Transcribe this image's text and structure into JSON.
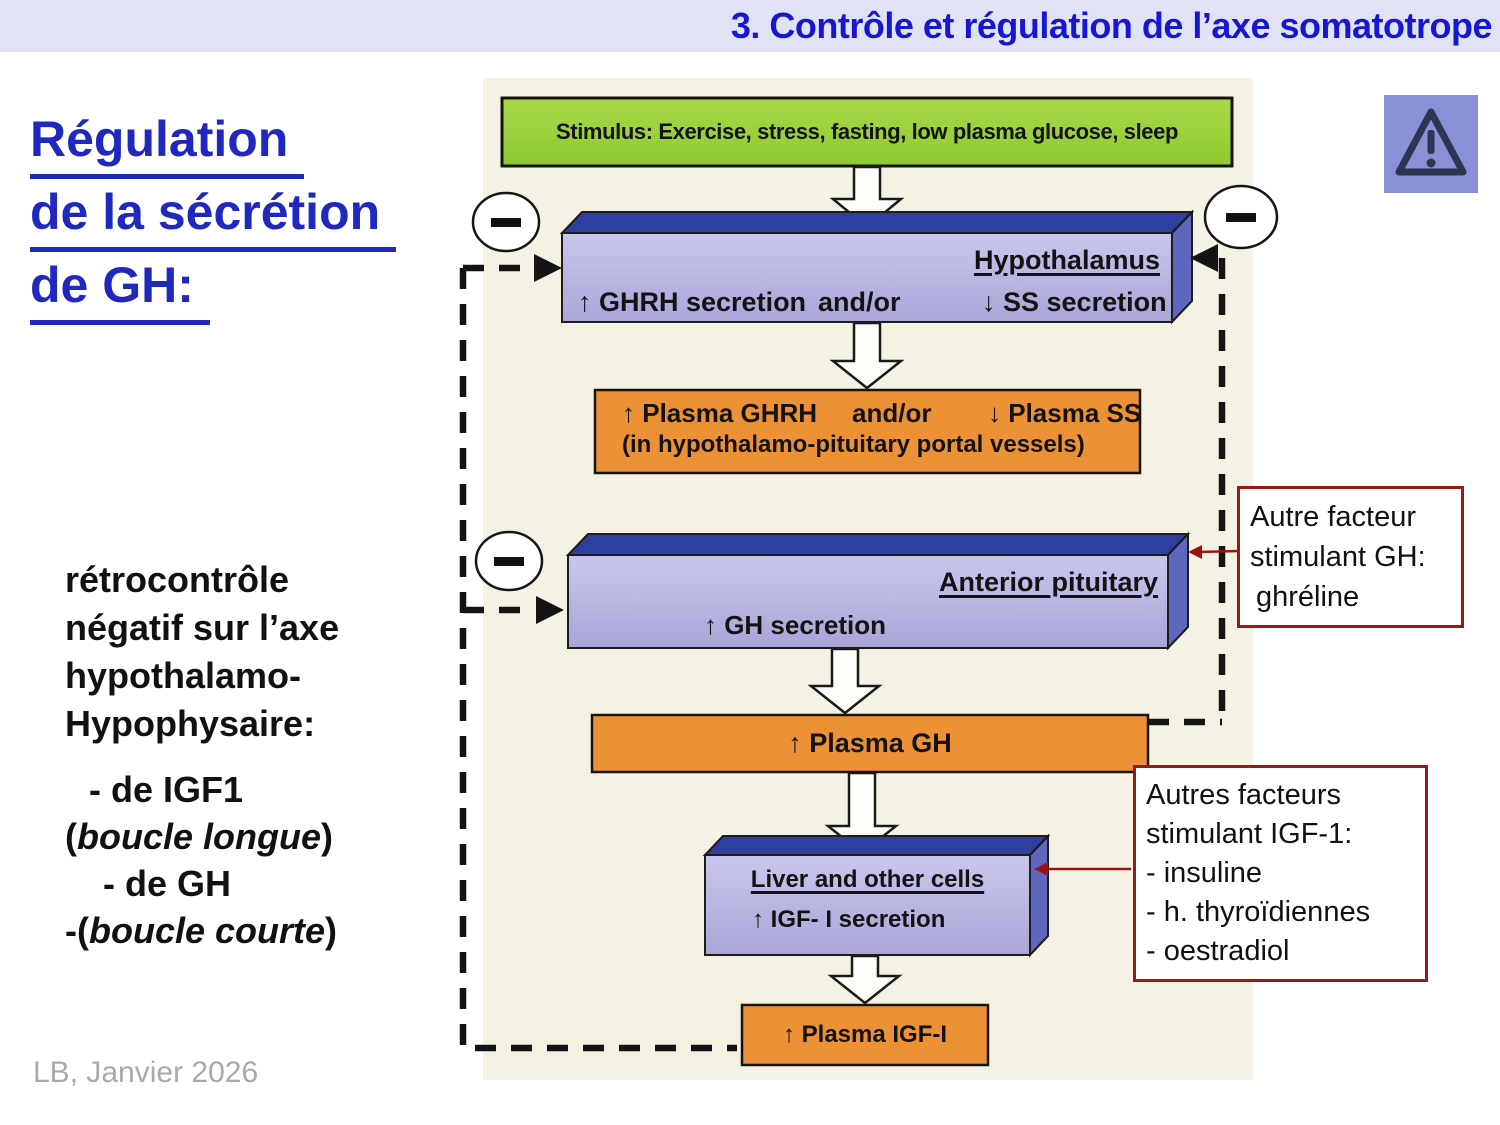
{
  "header": {
    "title": "3. Contrôle et régulation de l’axe somatotrope"
  },
  "heading": {
    "line1": "Régulation",
    "line2": "de la sécrétion",
    "line3": "de GH:"
  },
  "feedback_note": {
    "line1": "rétrocontrôle",
    "line2": "négatif sur l’axe",
    "line3": "hypothalamo-",
    "line4": "Hypophysaire:",
    "igf1_item": "- de IGF1",
    "igf1_loop_open": "(",
    "igf1_loop": "boucle longue",
    "igf1_loop_close": ")",
    "gh_item": "- de GH",
    "gh_loop_open": "-(",
    "gh_loop": "boucle courte",
    "gh_loop_close": ")"
  },
  "diagram": {
    "stimulus": "Stimulus: Exercise, stress, fasting, low plasma glucose, sleep",
    "hypothalamus": {
      "title": "Hypothalamus",
      "left": "↑ GHRH secretion",
      "middle": "and/or",
      "right": "↓ SS secretion"
    },
    "portal": {
      "left": "↑ Plasma GHRH",
      "middle": "and/or",
      "right": "↓ Plasma SS",
      "line2": "(in hypothalamo-pituitary portal vessels)"
    },
    "pituitary": {
      "title": "Anterior pituitary",
      "body": "↑ GH secretion"
    },
    "plasma_gh": "↑ Plasma GH",
    "liver": {
      "title": "Liver and other cells",
      "body": "↑ IGF- I secretion"
    },
    "plasma_igf": "↑ Plasma IGF-I"
  },
  "annotations": {
    "gh_factor": {
      "line1": "Autre facteur",
      "line2": "stimulant GH:",
      "line3": "ghréline"
    },
    "igf_factors": {
      "line1": "Autres facteurs",
      "line2": "stimulant IGF-1:",
      "item1": "- insuline",
      "item2": "- h. thyroïdiennes",
      "item3": "- oestradiol"
    }
  },
  "footer": {
    "credit": "LB, Janvier 2026"
  },
  "colors": {
    "banner_bg": "#e2e2f7",
    "title_blue": "#1717d2",
    "heading_blue": "#2128c0",
    "scan_bg": "#f6f2e3",
    "stimulus_green": "#9ad136",
    "box_lavender": "#b8b5e2",
    "box_top_blue": "#2e3f9f",
    "box_orange": "#ec9136",
    "annotation_red": "#9e1717",
    "warning_purple": "#8a90d6"
  }
}
